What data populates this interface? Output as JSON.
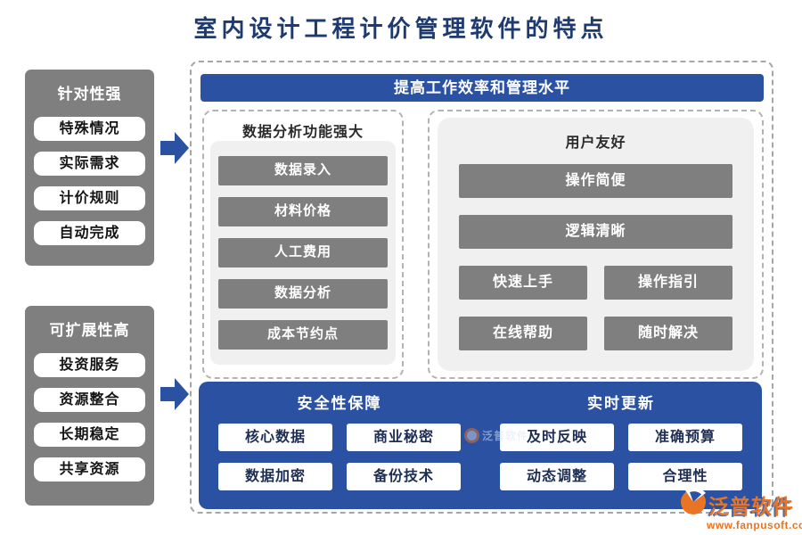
{
  "page": {
    "title": "室内设计工程计价管理软件的特点"
  },
  "colors": {
    "blue": "#2b52a2",
    "gray": "#7f7f7f",
    "panel": "#f0f0f0",
    "orange": "#e87424",
    "title_navy": "#1e3a6e"
  },
  "left_boxes": [
    {
      "title": "针对性强",
      "items": [
        "特殊情况",
        "实际需求",
        "计价规则",
        "自动完成"
      ]
    },
    {
      "title": "可扩展性高",
      "items": [
        "投资服务",
        "资源整合",
        "长期稳定",
        "共享资源"
      ]
    }
  ],
  "main": {
    "header": "提高工作效率和管理水平",
    "data_panel": {
      "title": "数据分析功能强大",
      "items": [
        "数据录入",
        "材料价格",
        "人工费用",
        "数据分析",
        "成本节约点"
      ]
    },
    "user_panel": {
      "title": "用户友好",
      "full_items": [
        "操作简便",
        "逻辑清晰"
      ],
      "grid_items": [
        "快速上手",
        "操作指引",
        "在线帮助",
        "随时解决"
      ]
    },
    "bottom": {
      "sections": [
        {
          "title": "安全性保障",
          "items": [
            "核心数据",
            "商业秘密",
            "数据加密",
            "备份技术"
          ]
        },
        {
          "title": "实时更新",
          "items": [
            "及时反映",
            "准确预算",
            "动态调整",
            "合理性"
          ]
        }
      ]
    }
  },
  "watermark": {
    "text": "泛普软件"
  },
  "logo": {
    "name": "泛普软件",
    "url": "www.fanpusoft.com"
  }
}
